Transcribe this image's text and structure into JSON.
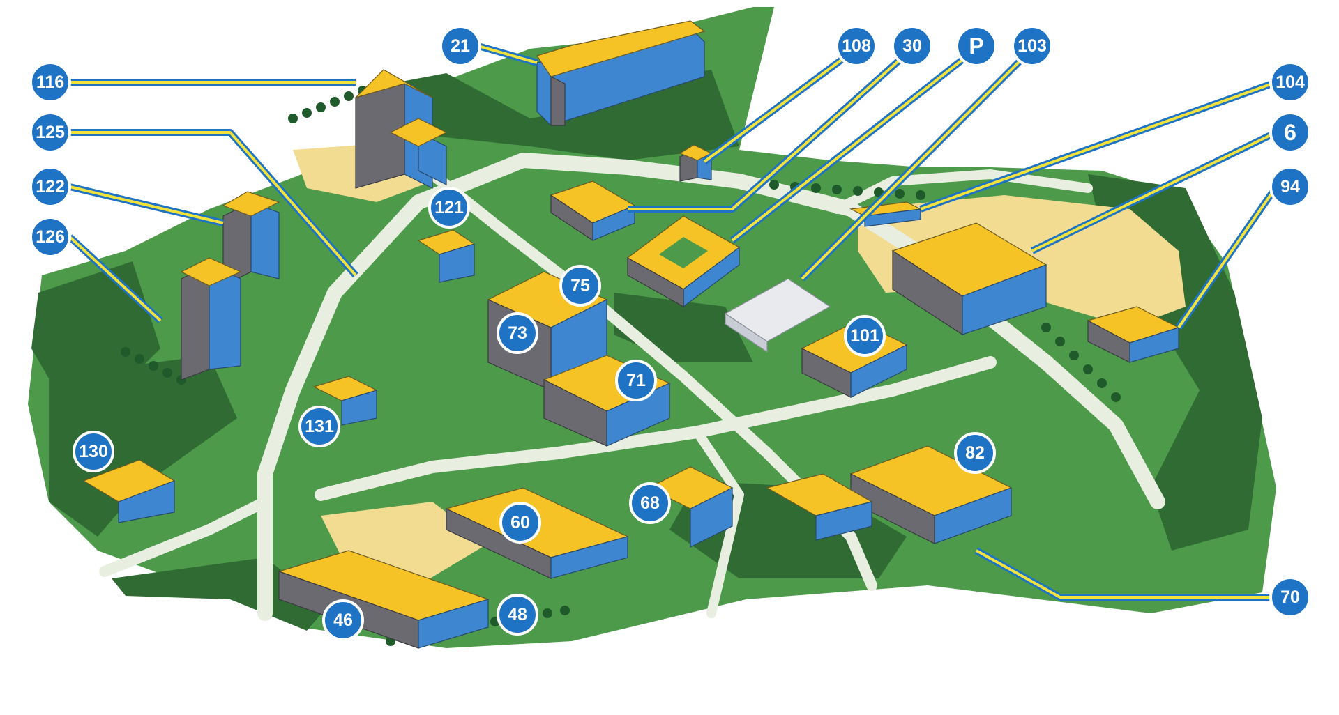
{
  "palette": {
    "grass": "#4c9a4a",
    "forest": "#2f6b33",
    "road": "#e8eee0",
    "sand": "#f2dc92",
    "roof": "#f5c326",
    "wall_blue": "#3e86cf",
    "wall_dark": "#6a6a70",
    "marker": "#1f73c4",
    "leader_yellow": "#f2e23c"
  },
  "markers": [
    {
      "id": "m-116",
      "label": "116"
    },
    {
      "id": "m-125",
      "label": "125"
    },
    {
      "id": "m-122",
      "label": "122"
    },
    {
      "id": "m-126",
      "label": "126"
    },
    {
      "id": "m-21",
      "label": "21"
    },
    {
      "id": "m-108",
      "label": "108"
    },
    {
      "id": "m-30",
      "label": "30"
    },
    {
      "id": "m-P",
      "label": "P"
    },
    {
      "id": "m-103",
      "label": "103"
    },
    {
      "id": "m-104",
      "label": "104"
    },
    {
      "id": "m-6",
      "label": "6"
    },
    {
      "id": "m-94",
      "label": "94"
    },
    {
      "id": "m-121",
      "label": "121"
    },
    {
      "id": "m-75",
      "label": "75"
    },
    {
      "id": "m-73",
      "label": "73"
    },
    {
      "id": "m-71",
      "label": "71"
    },
    {
      "id": "m-101",
      "label": "101"
    },
    {
      "id": "m-131",
      "label": "131"
    },
    {
      "id": "m-130",
      "label": "130"
    },
    {
      "id": "m-82",
      "label": "82"
    },
    {
      "id": "m-68",
      "label": "68"
    },
    {
      "id": "m-60",
      "label": "60"
    },
    {
      "id": "m-46",
      "label": "46"
    },
    {
      "id": "m-48",
      "label": "48"
    },
    {
      "id": "m-70",
      "label": "70"
    }
  ]
}
